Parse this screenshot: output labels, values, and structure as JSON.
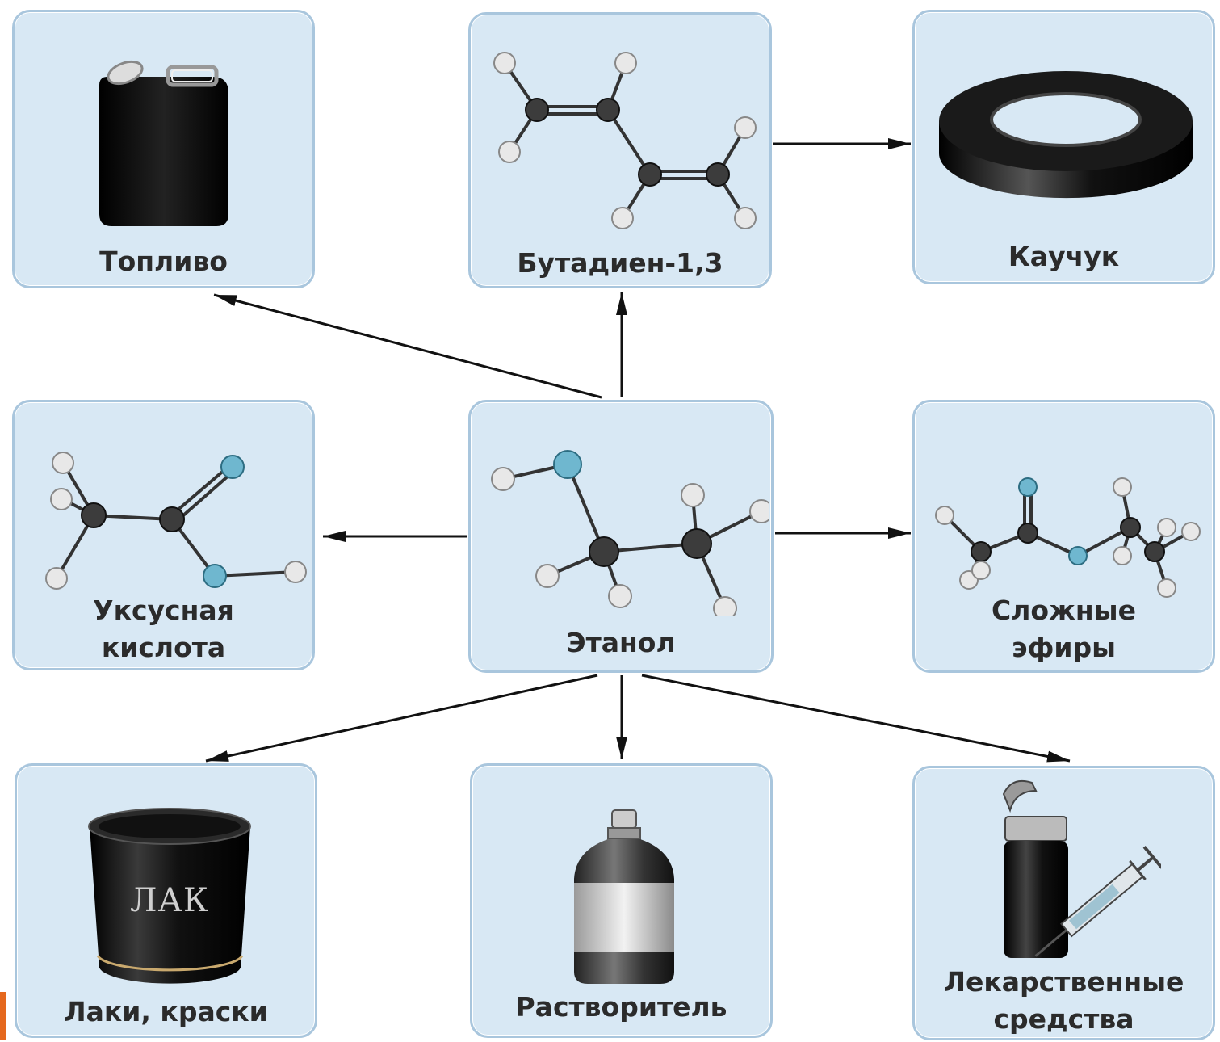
{
  "nodes": {
    "fuel": "Топливо",
    "butadiene": "Бутадиен-1,3",
    "rubber": "Каучук",
    "acetic_acid": [
      "Уксусная",
      "кислота"
    ],
    "ethanol": "Этанол",
    "esters": [
      "Сложные",
      "эфиры"
    ],
    "varnish": "Лаки, краски",
    "solvent": "Растворитель",
    "medicines": [
      "Лекарственные",
      "средства"
    ]
  },
  "varnish_can_text": "ЛАК",
  "colors": {
    "box_fill": "#d8e8f4",
    "box_border": "#a9c6dd",
    "arrow": "#111111",
    "oxygen_atom": "#6fb7cf",
    "carbon_atom": "#3c3c3c",
    "hydrogen_atom": "#e8e8e8"
  },
  "icons": [
    "canister-icon",
    "butadiene-molecule-icon",
    "tire-icon",
    "acetic-acid-molecule-icon",
    "ethanol-molecule-icon",
    "ester-molecule-icon",
    "varnish-can-icon",
    "solvent-bottle-icon",
    "medicine-bottle-syringe-icon"
  ]
}
